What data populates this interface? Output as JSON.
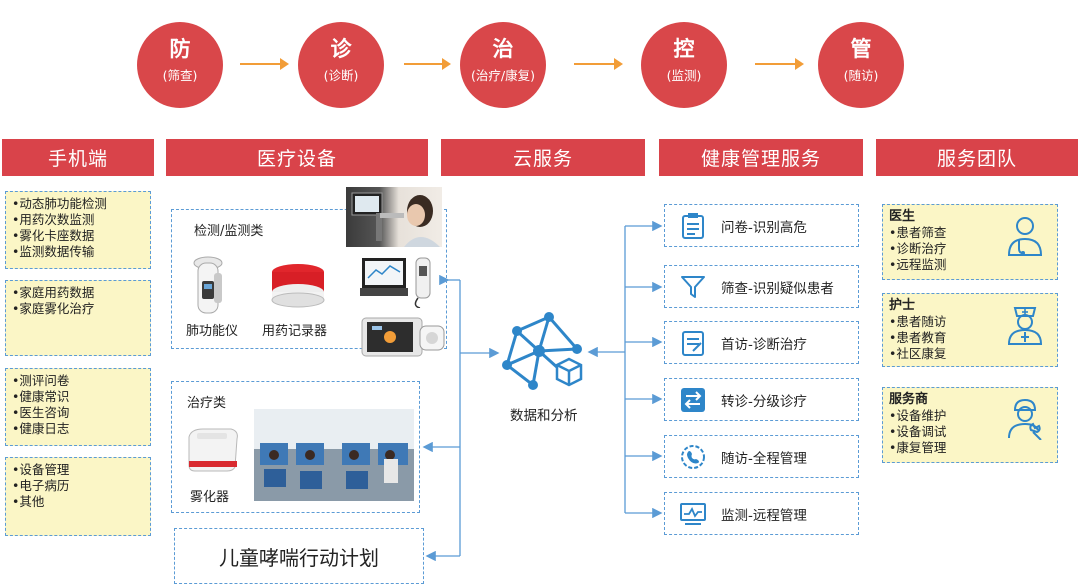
{
  "steps": [
    {
      "main": "防",
      "sub": "(筛查)"
    },
    {
      "main": "诊",
      "sub": "(诊断)"
    },
    {
      "main": "治",
      "sub": "(治疗/康复)"
    },
    {
      "main": "控",
      "sub": "(监测)"
    },
    {
      "main": "管",
      "sub": "(随访)"
    }
  ],
  "headers": {
    "phone": "手机端",
    "device": "医疗设备",
    "cloud": "云服务",
    "health": "健康管理服务",
    "team": "服务团队"
  },
  "phone_groups": [
    [
      "•动态肺功能检测",
      "•用药次数监测",
      "•雾化卡座数据",
      "•监测数据传输"
    ],
    [
      "•家庭用药数据",
      "•家庭雾化治疗"
    ],
    [
      "•测评问卷",
      "•健康常识",
      "•医生咨询",
      "•健康日志"
    ],
    [
      "•设备管理",
      "•电子病历",
      "•其他"
    ]
  ],
  "devices": {
    "monitor_title": "检测/监测类",
    "spirometer_label": "肺功能仪",
    "recorder_label": "用药记录器",
    "treatment_title": "治疗类",
    "nebulizer_label": "雾化器",
    "plan_label": "儿童哮喘行动计划"
  },
  "cloud": {
    "label": "数据和分析"
  },
  "health_services": [
    {
      "icon": "questionnaire-icon",
      "label": "问卷-识别高危"
    },
    {
      "icon": "filter-icon",
      "label": "筛查-识别疑似患者"
    },
    {
      "icon": "clipboard-icon",
      "label": "首访-诊断治疗"
    },
    {
      "icon": "transfer-icon",
      "label": "转诊-分级诊疗"
    },
    {
      "icon": "phone-followup-icon",
      "label": "随访-全程管理"
    },
    {
      "icon": "monitor-icon",
      "label": "监测-远程管理"
    }
  ],
  "team": [
    {
      "title": "医生",
      "items": [
        "•患者筛查",
        "•诊断治疗",
        "•远程监测"
      ],
      "icon": "doctor-icon"
    },
    {
      "title": "护士",
      "items": [
        "•患者随访",
        "•患者教育",
        "•社区康复"
      ],
      "icon": "nurse-icon"
    },
    {
      "title": "服务商",
      "items": [
        "•设备维护",
        "•设备调试",
        "•康复管理"
      ],
      "icon": "service-engineer-icon"
    }
  ],
  "colors": {
    "accent_red": "#d9434a",
    "arrow_orange": "#f29d38",
    "line_blue": "#5b9bd5",
    "box_yellow": "#fbf6c6",
    "icon_blue": "#2e86c9"
  }
}
